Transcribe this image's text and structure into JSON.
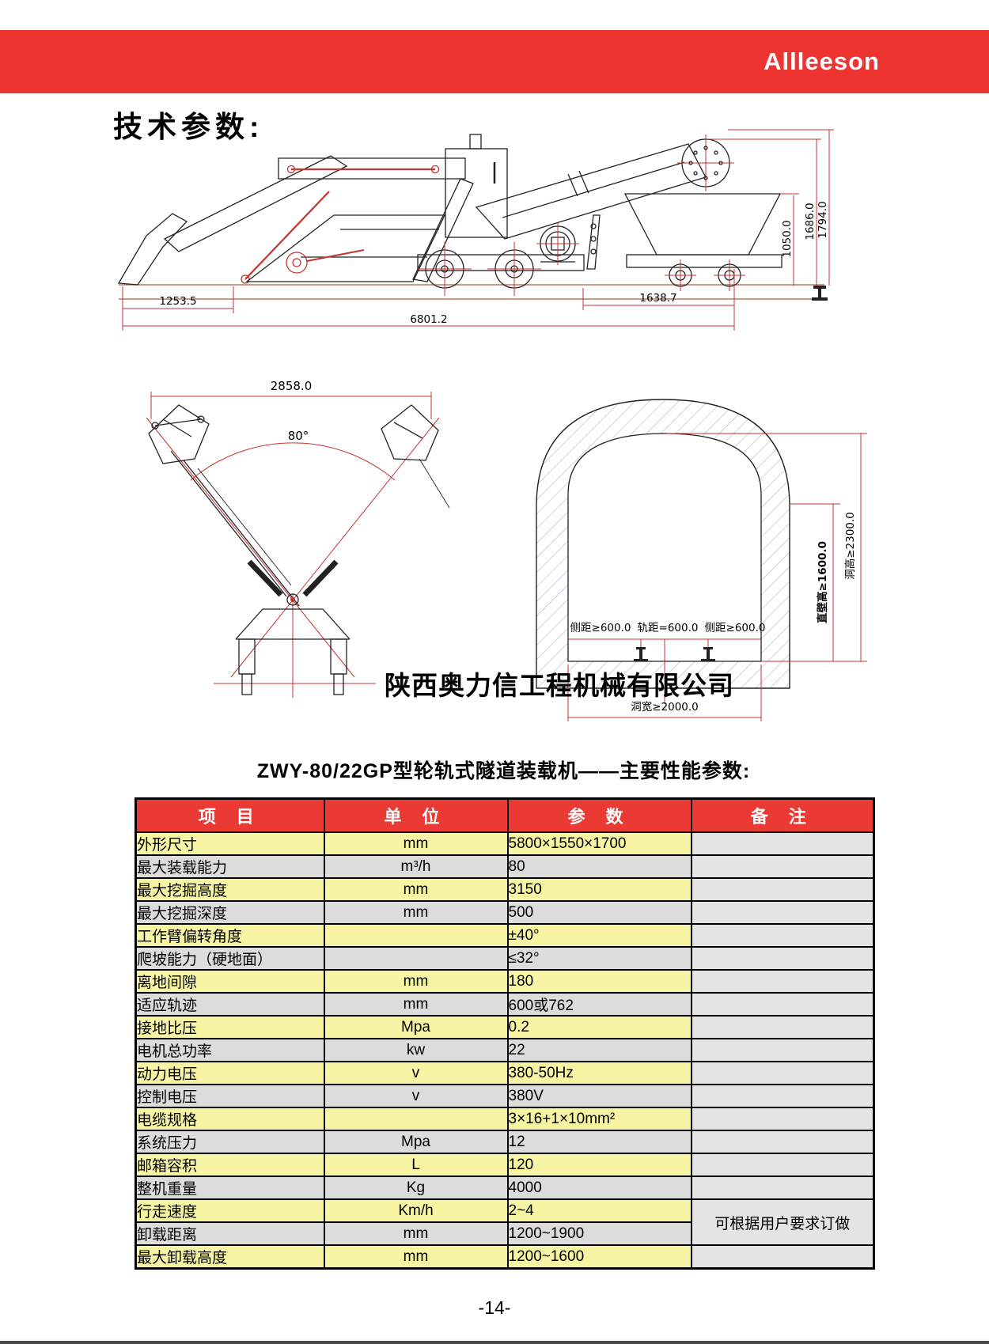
{
  "banner": {
    "brand": "Allleeson",
    "bg_color": "#ee3431"
  },
  "heading": "技术参数:",
  "watermark": "陕西奥力信工程机械有限公司",
  "page_number": "-14-",
  "drawings": {
    "side_view": {
      "dim_front": "1253.5",
      "dim_overall": "6801.2",
      "dim_rear": "1638.7",
      "dim_cart_height": "1050.0",
      "dim_boom_height1": "1686.0",
      "dim_boom_height2": "1794.0"
    },
    "swing_view": {
      "dim_width": "2858.0",
      "dim_angle": "80°"
    },
    "tunnel_view": {
      "side_clearance_left": "侧距≥600.0",
      "track_gauge": "轨距=600.0",
      "side_clearance_right": "侧距≥600.0",
      "wall_height": "直壁高≥1600.0",
      "tunnel_height": "洞高≥2300.0",
      "tunnel_width": "洞宽≥2000.0"
    }
  },
  "table": {
    "title": "ZWY-80/22GP型轮轨式隧道装载机——主要性能参数:",
    "headers": [
      "项 目",
      "单 位",
      "参 数",
      "备 注"
    ],
    "rows": [
      {
        "item": "外形尺寸",
        "unit": "mm",
        "value": "5800×1550×1700",
        "note": ""
      },
      {
        "item": "最大装载能力",
        "unit": "m³/h",
        "value": "80",
        "note": ""
      },
      {
        "item": "最大挖掘高度",
        "unit": "mm",
        "value": "3150",
        "note": ""
      },
      {
        "item": "最大挖掘深度",
        "unit": "mm",
        "value": "500",
        "note": ""
      },
      {
        "item": "工作臂偏转角度",
        "unit": "",
        "value": "±40°",
        "note": ""
      },
      {
        "item": "爬坡能力（硬地面）",
        "unit": "",
        "value": "≤32°",
        "note": ""
      },
      {
        "item": "离地间隙",
        "unit": "mm",
        "value": "180",
        "note": ""
      },
      {
        "item": "适应轨迹",
        "unit": "mm",
        "value": "600或762",
        "note": ""
      },
      {
        "item": "接地比压",
        "unit": "Mpa",
        "value": "0.2",
        "note": ""
      },
      {
        "item": "电机总功率",
        "unit": "kw",
        "value": "22",
        "note": ""
      },
      {
        "item": "动力电压",
        "unit": "v",
        "value": "380-50Hz",
        "note": ""
      },
      {
        "item": "控制电压",
        "unit": "v",
        "value": "380V",
        "note": ""
      },
      {
        "item": "电缆规格",
        "unit": "",
        "value": "3×16+1×10mm²",
        "note": ""
      },
      {
        "item": "系统压力",
        "unit": "Mpa",
        "value": "12",
        "note": ""
      },
      {
        "item": "邮箱容积",
        "unit": "L",
        "value": "120",
        "note": ""
      },
      {
        "item": "整机重量",
        "unit": "Kg",
        "value": "4000",
        "note": ""
      },
      {
        "item": "行走速度",
        "unit": "Km/h",
        "value": "2~4",
        "note": "可根据用户要求订做",
        "note_rowspan": 2
      },
      {
        "item": "卸载距离",
        "unit": "mm",
        "value": "1200~1900",
        "note_skip": true
      },
      {
        "item": "最大卸载高度",
        "unit": "mm",
        "value": "1200~1600",
        "note": ""
      }
    ]
  },
  "colors": {
    "banner_red": "#ee3431",
    "header_red": "#ea3a33",
    "row_yellow": "#f7f5a3",
    "row_gray": "#dcdcdc",
    "note_gray": "#e4e4e4",
    "dim_red": "#c43430",
    "ground_brown": "#b87a5c",
    "hatch_blue": "#a9b2cc"
  }
}
